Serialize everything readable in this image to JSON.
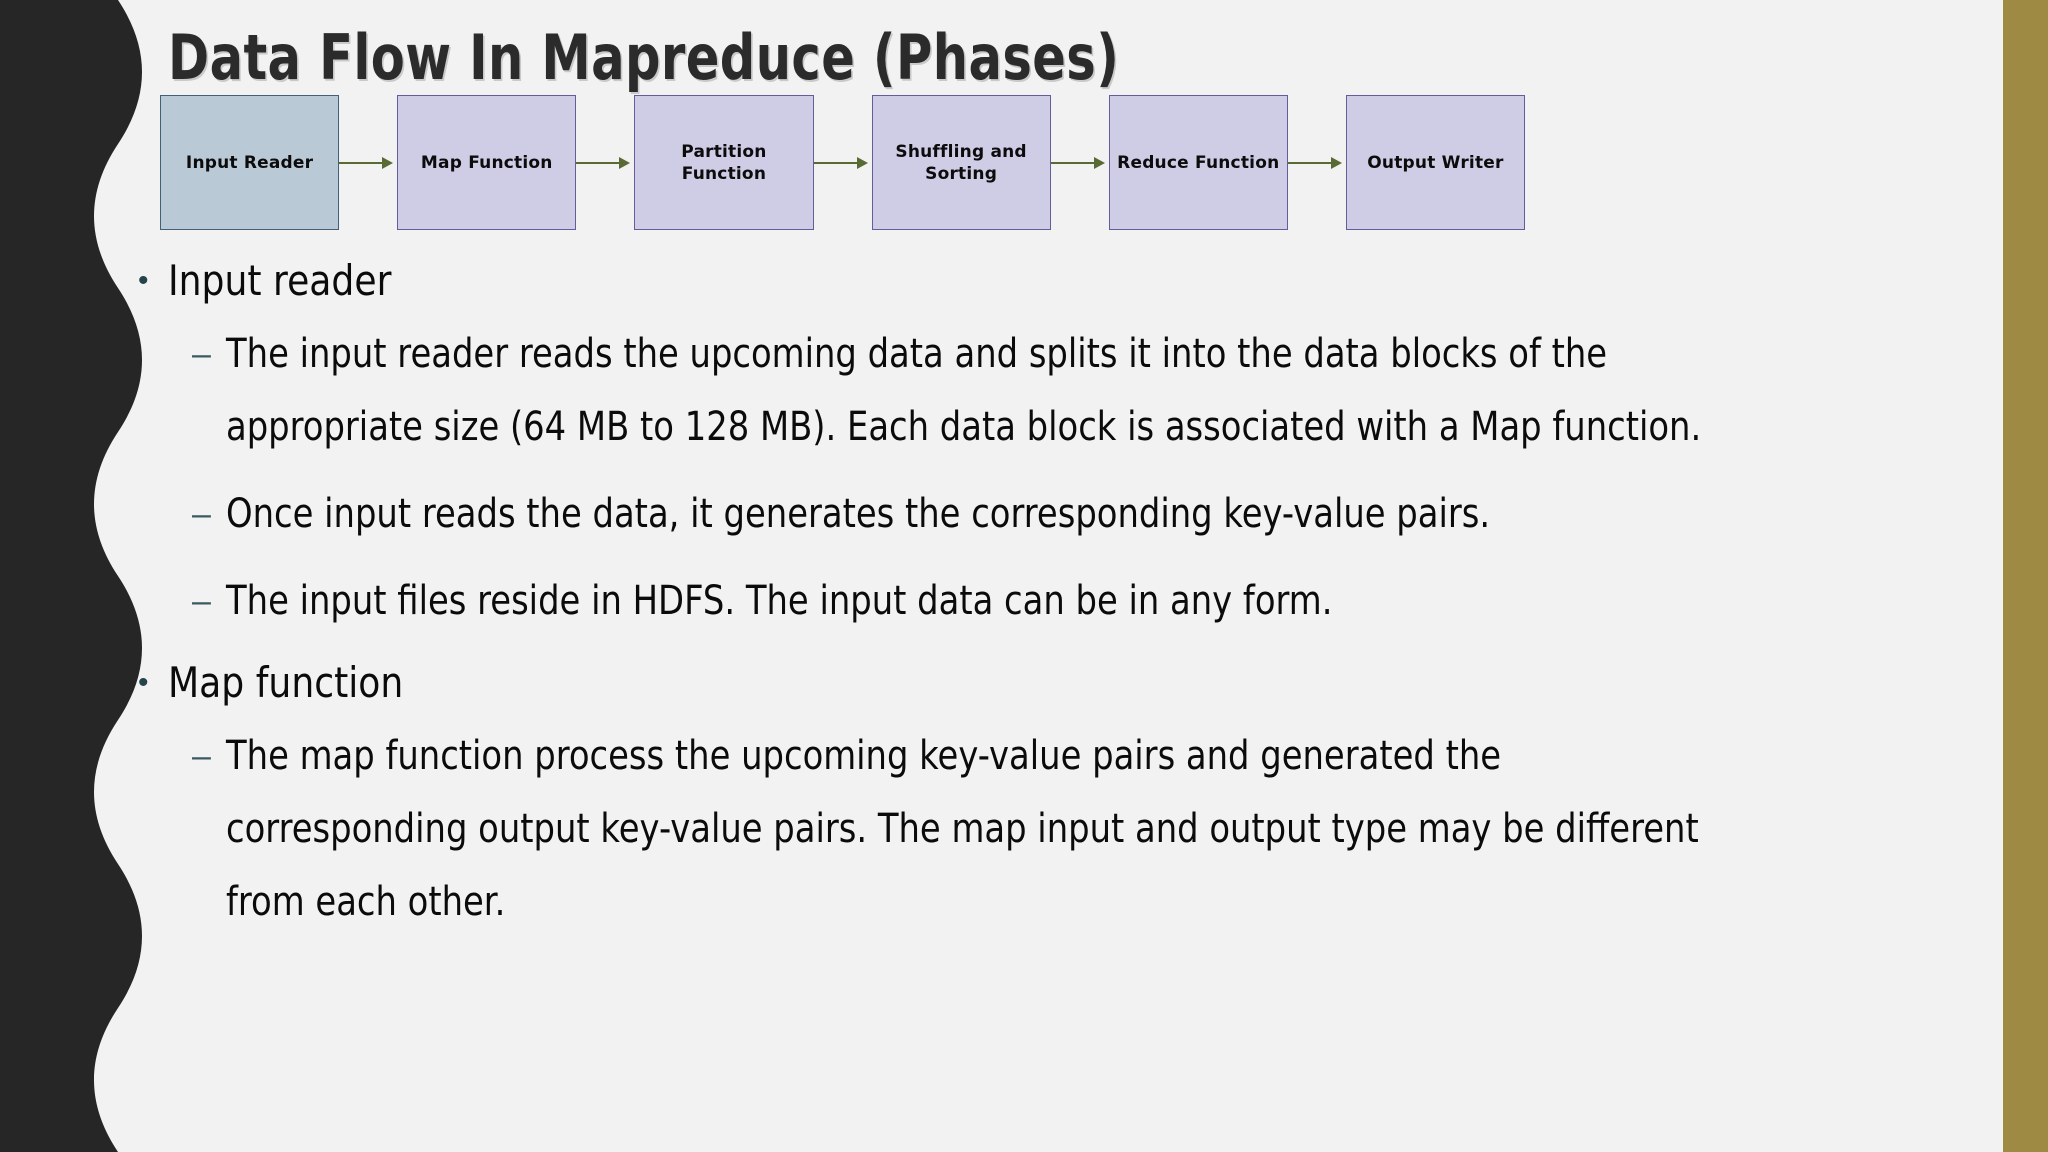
{
  "slide": {
    "title": "Data Flow In Mapreduce (Phases)",
    "background_color": "#F2F2F3",
    "left_band_color": "#262626",
    "right_bar_color": "#9E8A43"
  },
  "diagram": {
    "type": "flow",
    "arrow_color": "#586B34",
    "boxes": [
      {
        "label": "Input Reader",
        "fill": "#B9CAD6",
        "border": "#41617A"
      },
      {
        "label": "Map Function",
        "fill": "#CFCCE6",
        "border": "#635E9B"
      },
      {
        "label": "Partition Function",
        "fill": "#CFCCE6",
        "border": "#635E9B"
      },
      {
        "label": "Shuffling and Sorting",
        "fill": "#CFCCE6",
        "border": "#635E9B"
      },
      {
        "label": "Reduce Function",
        "fill": "#CFCCE6",
        "border": "#635E9B"
      },
      {
        "label": "Output Writer",
        "fill": "#CFCCE6",
        "border": "#635E9B"
      }
    ]
  },
  "content": {
    "bullet_marker": "•",
    "dash_marker": "–",
    "sections": [
      {
        "heading": "Input reader",
        "items": [
          "The input reader reads the upcoming data and splits it into the data blocks of the appropriate size (64 MB to 128 MB). Each data block is associated with a Map function.",
          "Once input reads the data, it generates the corresponding key-value pairs.",
          "The input files reside in HDFS. The input data can be in any form."
        ]
      },
      {
        "heading": "Map function",
        "items": [
          "The map function process the upcoming key-value pairs and generated the corresponding output key-value pairs. The map input and output type may be different from each other."
        ]
      }
    ]
  }
}
